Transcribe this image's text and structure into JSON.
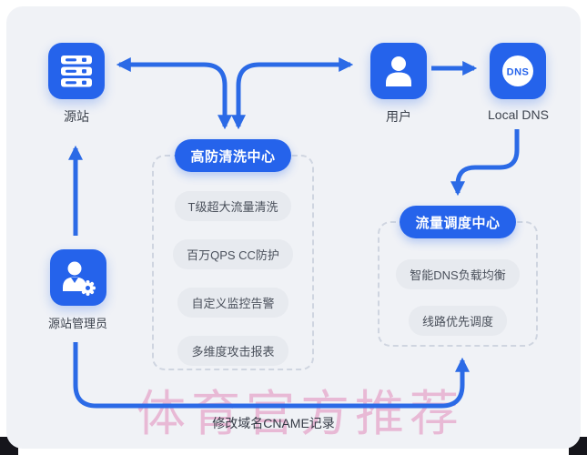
{
  "colors": {
    "primary": "#2563eb",
    "arrow": "#2b6ae6",
    "panel_bg": "#f0f2f6",
    "watermark_pink": "#e7abcd"
  },
  "nodes": {
    "origin": {
      "label": "源站"
    },
    "user": {
      "label": "用户"
    },
    "local_dns": {
      "label": "Local DNS",
      "badge": "DNS"
    },
    "admin": {
      "label": "源站管理员"
    }
  },
  "cleaning_center": {
    "title": "高防清洗中心",
    "items": [
      "T级超大流量清洗",
      "百万QPS CC防护",
      "自定义监控告警",
      "多维度攻击报表"
    ]
  },
  "scheduling_center": {
    "title": "流量调度中心",
    "items": [
      "智能DNS负载均衡",
      "线路优先调度"
    ]
  },
  "annotations": {
    "cname_note": "修改域名CNAME记录",
    "watermark": "体育官方推荐"
  }
}
